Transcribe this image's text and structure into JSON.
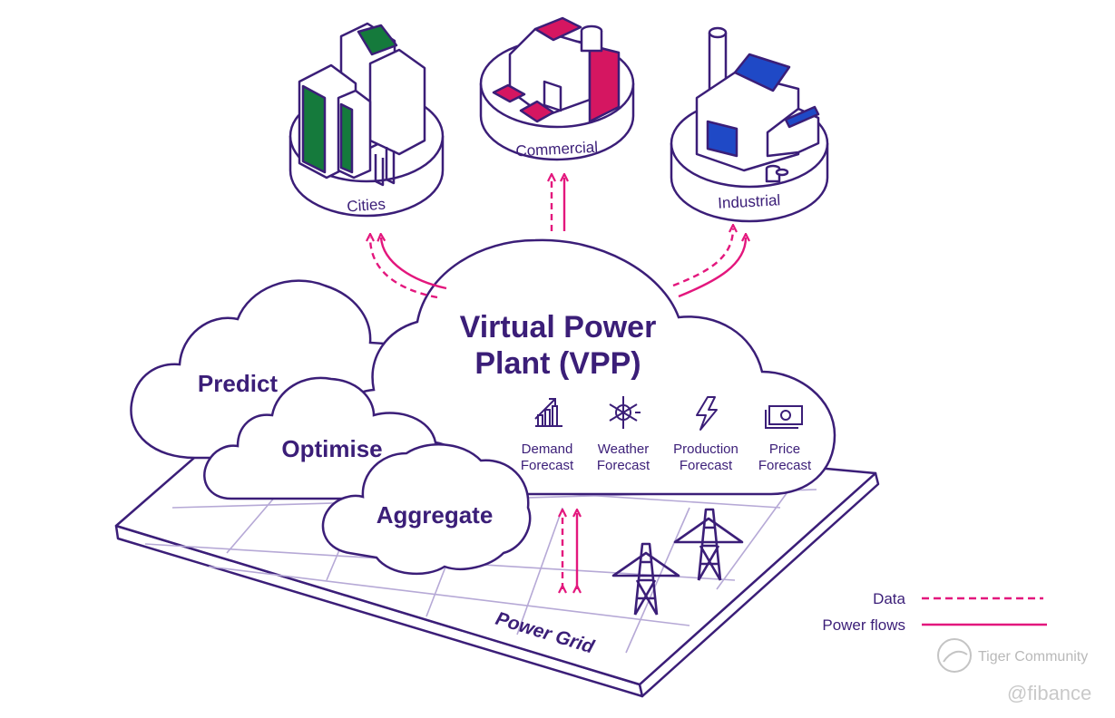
{
  "platforms": {
    "cities": "Cities",
    "commercial": "Commercial",
    "industrial": "Industrial"
  },
  "vpp": {
    "title_line1": "Virtual Power",
    "title_line2": "Plant (VPP)"
  },
  "functions": {
    "predict": "Predict",
    "optimise": "Optimise",
    "aggregate": "Aggregate"
  },
  "forecasts": [
    {
      "line1": "Demand",
      "line2": "Forecast",
      "icon": "chart-icon"
    },
    {
      "line1": "Weather",
      "line2": "Forecast",
      "icon": "sun-snow-icon"
    },
    {
      "line1": "Production",
      "line2": "Forecast",
      "icon": "lightning-icon"
    },
    {
      "line1": "Price",
      "line2": "Forecast",
      "icon": "money-icon"
    }
  ],
  "grid_label": "Power Grid",
  "legend": {
    "data": "Data",
    "power": "Power flows"
  },
  "watermark": {
    "community": "Tiger Community",
    "handle": "@fibance"
  },
  "colors": {
    "ink": "#3b1e78",
    "magenta": "#e3177d",
    "green": "#157a3c",
    "crimson": "#d51661",
    "blue": "#1f49c6"
  }
}
